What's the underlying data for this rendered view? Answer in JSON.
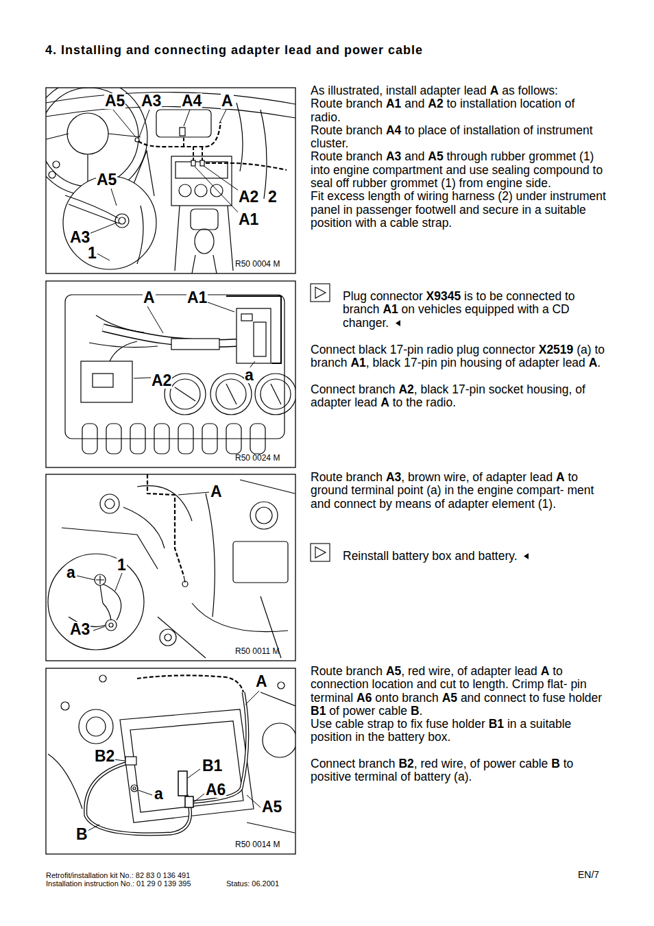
{
  "diagram": {
    "title": "4. Installing and connecting adapter lead and power cable",
    "labels": [
      "A5",
      "A3",
      "A4",
      "A",
      "A5",
      "A2",
      "2",
      "A1",
      "A3",
      "1",
      "R50 0004 M",
      "As illustrated, install adapter lead A as follows:",
      "Route branch A1 and A2 to installation location of radio.",
      "Route branch A4 to place of installation of instrument cluster.",
      "Route branch A3 and A5 through rubber grommet (1) into engine compartment and use sealing compound to seal off rubber grommet (1) from engine side.",
      "Fit excess length of wiring harness (2) under instrument panel in passenger footwell and secure in a suitable position with a cable strap.",
      "A",
      "A1",
      "A2",
      "a",
      "R50 0024 M",
      "Plug connector X9345 is to be connected to branch A1 on vehicles equipped with a CD changer.",
      "Connect black 17-pin radio plug connector X2519 (a) to branch A1, black 17-pin pin housing of adapter lead A.",
      "Connect branch A2, black 17-pin socket housing, of adapter lead A to the radio.",
      "A",
      "1",
      "a",
      "A3",
      "R50 0011 M",
      "Route branch A3, brown wire, of adapter lead A to ground terminal point (a) in the engine compart- ment and connect by means of adapter element (1).",
      "Reinstall battery box and battery.",
      "A",
      "B2",
      "B1",
      "a",
      "A6",
      "A5",
      "B",
      "R50 0014 M",
      "Route branch A5, red wire, of adapter lead A to connection location and cut to length. Crimp flat- pin terminal A6 onto branch A5 and connect to fuse holder B1 of power cable B.",
      "Use cable strap to fix fuse holder B1 in a suitable position in the battery box.",
      "Connect branch B2, red wire, of power cable B to positive terminal of battery (a).",
      "Retrofit/installation kit No.: 82 83 0 136 491",
      "Installation instruction No.: 01 29 0 139 395",
      "Status: 06.2001",
      "EN/7"
    ]
  }
}
